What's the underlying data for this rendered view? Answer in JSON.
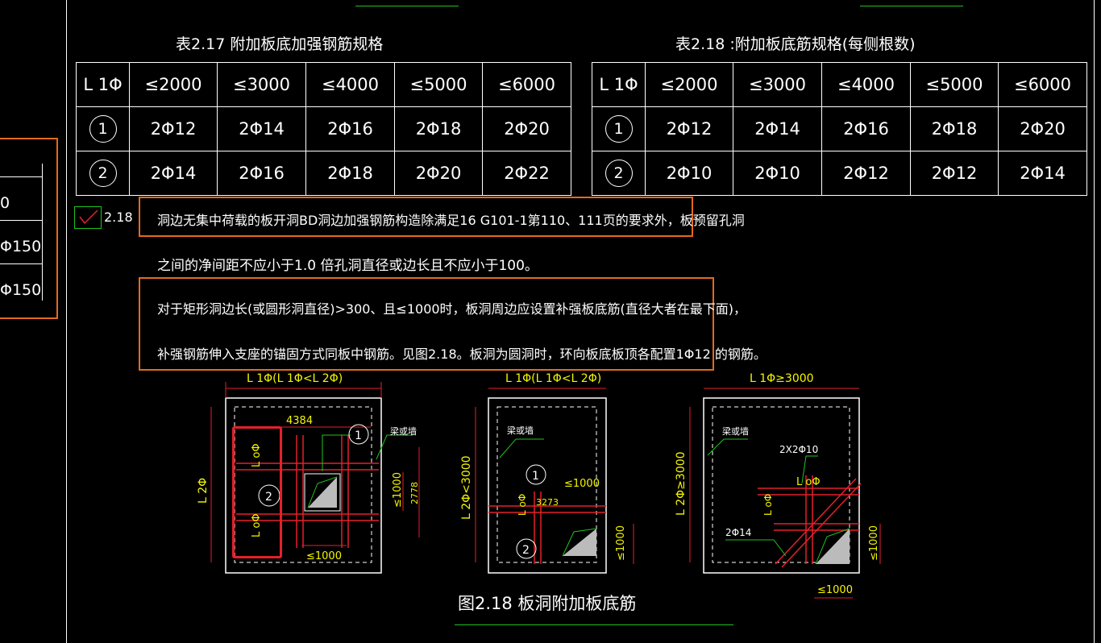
{
  "table_217": {
    "title": "表2.17   附加板底加强钢筋规格",
    "headers": [
      "L 1Φ",
      "≤2000",
      "≤3000",
      "≤4000",
      "≤5000",
      "≤6000"
    ],
    "rows": [
      {
        "mark": "1",
        "cells": [
          "2Φ12",
          "2Φ14",
          "2Φ16",
          "2Φ18",
          "2Φ20"
        ]
      },
      {
        "mark": "2",
        "cells": [
          "2Φ14",
          "2Φ16",
          "2Φ18",
          "2Φ20",
          "2Φ22"
        ]
      }
    ]
  },
  "table_218": {
    "title": "表2.18 :附加板底筋规格(每侧根数)",
    "headers": [
      "L 1Φ",
      "≤2000",
      "≤3000",
      "≤4000",
      "≤5000",
      "≤6000"
    ],
    "rows": [
      {
        "mark": "1",
        "cells": [
          "2Φ12",
          "2Φ14",
          "2Φ16",
          "2Φ18",
          "2Φ20"
        ]
      },
      {
        "mark": "2",
        "cells": [
          "2Φ10",
          "2Φ10",
          "2Φ12",
          "2Φ12",
          "2Φ14"
        ]
      }
    ]
  },
  "left_table": {
    "cells": [
      "0",
      "Φ150",
      "Φ150"
    ]
  },
  "note": {
    "number": "2.18",
    "line1": "洞边无集中荷载的板开洞BD洞边加强钢筋构造除满足16 G101-1第110、111页的要求外，板预留孔洞",
    "line2": "之间的净间距不应小于1.0 倍孔洞直径或边长且不应小于100。",
    "line3": "对于矩形洞边长(或圆形洞直径)>300、且≤1000时，板洞周边应设置补强板底筋(直径大者在最下面)，",
    "line4": "补强钢筋伸入支座的锚固方式同板中钢筋。见图2.18。板洞为圆洞时，环向板底板顶各配置1Φ12 的钢筋。"
  },
  "figure": {
    "caption": "图2.18  板洞附加板底筋",
    "d1": {
      "top_label": "L 1Φ(L 1Φ<L 2Φ)",
      "dim_top": "4384",
      "side_label": "L 2Φ",
      "lo1": "L oΦ",
      "lo2": "L oΦ",
      "mark1": "1",
      "mark2": "2",
      "beam": "梁或墙",
      "dim_a": "≤1000",
      "dim_b": "2778",
      "dim_bottom": "≤1000"
    },
    "d2": {
      "top_label": "L 1Φ(L 1Φ<L 2Φ)",
      "side_label": "L 2Φ<3000",
      "beam": "梁或墙",
      "mark1": "1",
      "mark2": "2",
      "dim_a": "≤1000",
      "dim_b": "3273",
      "lo": "L oΦ",
      "dim_right": "≤1000"
    },
    "d3": {
      "top_label": "L 1Φ≥3000",
      "side_label": "L 2Φ≥3000",
      "beam": "梁或墙",
      "bars": "2X2Φ10",
      "lo1": "L oΦ",
      "lo2": "L oΦ",
      "bar2": "2Φ14",
      "dim_right": "≤1000",
      "dim_bottom": "≤1000"
    }
  },
  "colors": {
    "highlight": "#e46a1e",
    "dim": "#e5202a",
    "text_yellow": "#f5f500",
    "leader_green": "#1fc21f"
  }
}
